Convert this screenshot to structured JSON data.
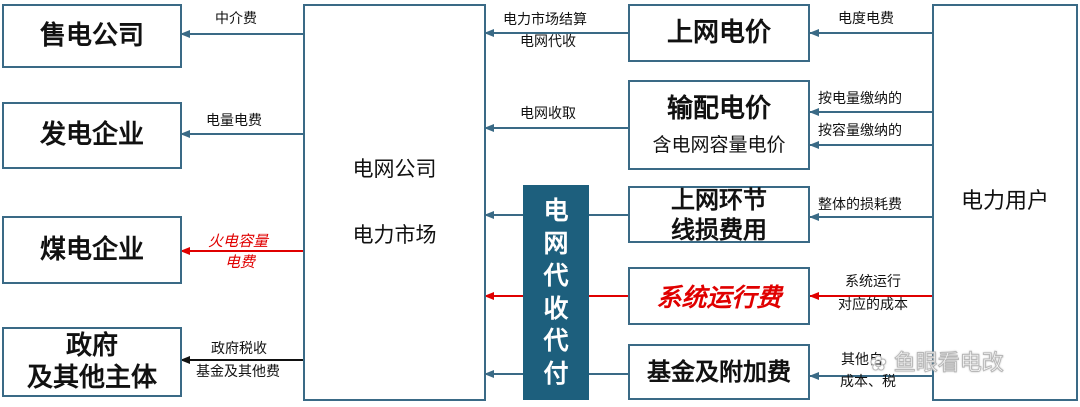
{
  "boxes": {
    "left": [
      "售电公司",
      "发电企业",
      "煤电企业",
      "政府",
      "及其他主体"
    ],
    "grid_company_1": "电网公司",
    "grid_company_2": "电力市场",
    "vertical_bar": [
      "电",
      "网",
      "代",
      "收",
      "代",
      "付"
    ],
    "price1": "上网电价",
    "price2_title": "输配电价",
    "price2_sub": "含电网容量电价",
    "price3_line1": "上网环节",
    "price3_line2": "线损费用",
    "price4": "系统运行费",
    "price5": "基金及附加费",
    "user": "电力用户"
  },
  "labels": {
    "intermediary_fee": "中介费",
    "energy_fee": "电量电费",
    "thermal_capacity_1": "火电容量",
    "thermal_capacity_2": "电费",
    "gov_tax_1": "政府税收",
    "gov_tax_2": "基金及其他费",
    "market_settle_1": "电力市场结算",
    "market_settle_2": "电网代收",
    "grid_collect": "电网收取",
    "kwh_fee": "电度电费",
    "pay_by_energy": "按电量缴纳的",
    "pay_by_capacity": "按容量缴纳的",
    "overall_loss": "整体的损耗费",
    "sys_op_1": "系统运行",
    "sys_op_2": "对应的成本",
    "other_1": "其他自",
    "other_2": "成本、税"
  },
  "watermark": "鱼眼看电改",
  "colors": {
    "border": "#3a6a86",
    "bar": "#1d5f7d",
    "arrow": "#3a6a86",
    "red": "#e00000"
  }
}
